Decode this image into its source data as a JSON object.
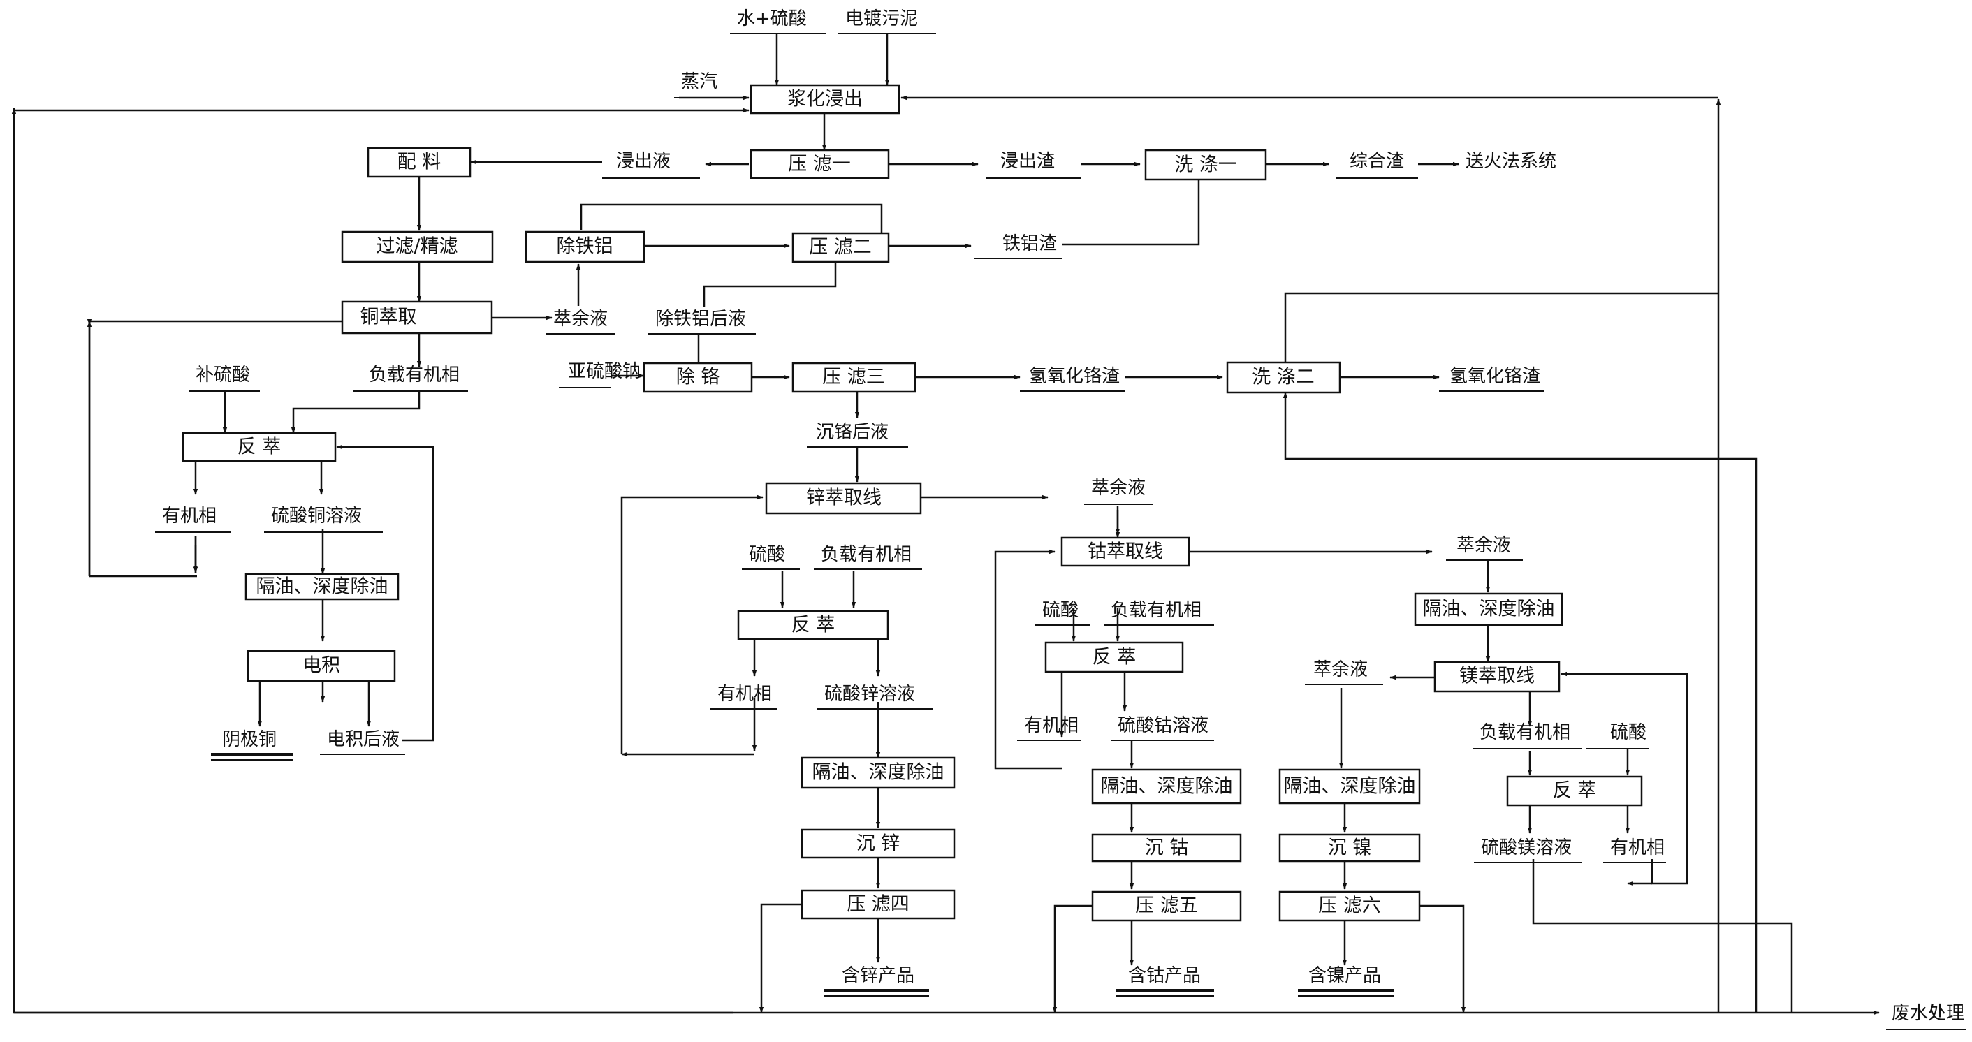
{
  "boxes": {
    "slurry_leach": "浆化浸出",
    "filter1": "压 滤一",
    "wash1": "洗 涤一",
    "batching": "配 料",
    "filtration": "过滤/精滤",
    "fe_al_removal": "除铁铝",
    "filter2": "压 滤二",
    "cu_extraction": "铜萃取",
    "cr_removal": "除 铬",
    "filter3": "压 滤三",
    "wash2": "洗 涤二",
    "strip_cu": "反 萃",
    "oil_cu": "隔油、深度除油",
    "electrowin": "电积",
    "zn_line": "锌萃取线",
    "strip_zn": "反 萃",
    "oil_zn": "隔油、深度除油",
    "zn_precip": "沉 锌",
    "filter4": "压 滤四",
    "co_line": "钴萃取线",
    "strip_co": "反 萃",
    "oil_co": "隔油、深度除油",
    "co_precip": "沉 钴",
    "filter5": "压 滤五",
    "oil_mg_pre": "隔油、深度除油",
    "mg_line": "镁萃取线",
    "strip_mg": "反 萃",
    "oil_ni": "隔油、深度除油",
    "ni_precip": "沉 镍",
    "filter6": "压 滤六"
  },
  "labels": {
    "water_acid": "水+硫酸",
    "sludge": "电镀污泥",
    "steam": "蒸汽",
    "leachate": "浸出液",
    "leach_residue": "浸出渣",
    "composite_residue": "综合渣",
    "to_fire": "送火法系统",
    "fe_al_residue": "铁铝渣",
    "raffinate_cu": "萃余液",
    "after_fe_al": "除铁铝后液",
    "sodium_sulfite": "亚硫酸钠",
    "cr_hydroxide_residue": "氢氧化铬渣",
    "cr_hydroxide_out": "氢氧化铬渣",
    "add_acid": "补硫酸",
    "loaded_org_cu": "负载有机相",
    "after_cr": "沉铬后液",
    "organic_cu": "有机相",
    "cuso4": "硫酸铜溶液",
    "cathode_cu": "阴极铜",
    "after_ew": "电积后液",
    "raffinate_zn": "萃余液",
    "acid_zn": "硫酸",
    "loaded_org_zn": "负载有机相",
    "organic_zn": "有机相",
    "znso4": "硫酸锌溶液",
    "zn_product": "含锌产品",
    "raffinate_co": "萃余液",
    "acid_co": "硫酸",
    "loaded_org_co": "负载有机相",
    "organic_co": "有机相",
    "coso4": "硫酸钴溶液",
    "co_product": "含钴产品",
    "raffinate_mg": "萃余液",
    "ni_product": "含镍产品",
    "loaded_org_mg": "负载有机相",
    "acid_mg": "硫酸",
    "mgso4": "硫酸镁溶液",
    "organic_mg": "有机相",
    "wastewater": "废水处理"
  }
}
